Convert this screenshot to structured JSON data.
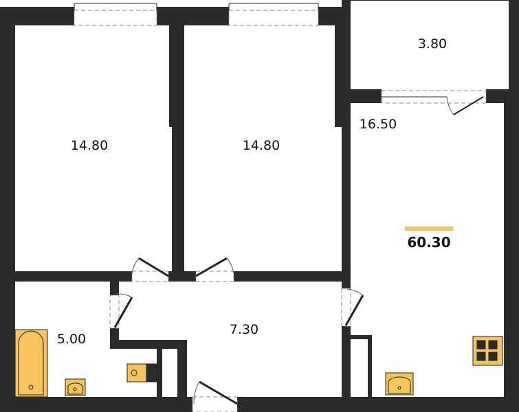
{
  "rooms": {
    "bedroom_1_area": "14.80",
    "bedroom_2_area": "14.80",
    "balcony_area": "3.80",
    "kitchen_living_area": "16.50",
    "bathroom_area": "5.00",
    "hallway_area": "7.30"
  },
  "total_area": "60.30",
  "colors": {
    "wall": "#2b2b2b",
    "fixture": "#f6c35c",
    "accent": "#f6c35c"
  }
}
